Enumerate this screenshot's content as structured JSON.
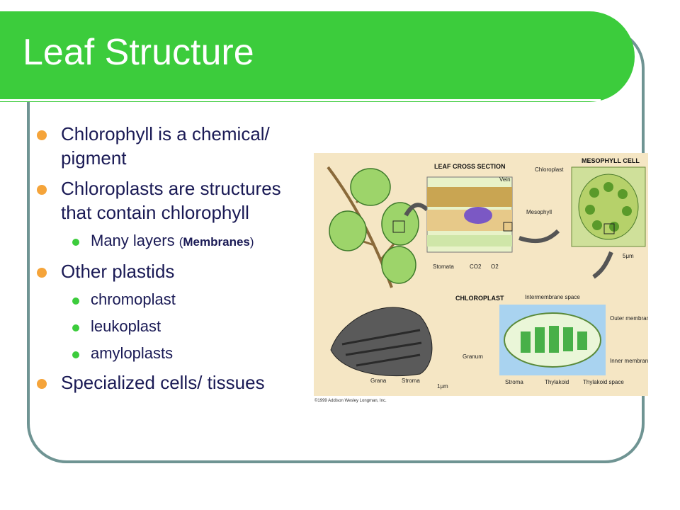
{
  "title": "Leaf Structure",
  "bullets": {
    "b1": "Chlorophyll is a chemical/ pigment",
    "b2": "Chloroplasts are structures that contain chlorophyll",
    "b2_sub": {
      "main": "Many layers",
      "paren_open": "(",
      "paren_bold": "Membranes",
      "paren_close": ")"
    },
    "b3": "Other plastids",
    "b3_subs": [
      "chromoplast",
      "leukoplast",
      "amyloplasts"
    ],
    "b4": "Specialized cells/ tissues"
  },
  "figure": {
    "leaf_cross_section": "LEAF CROSS SECTION",
    "vein": "Vein",
    "mesophyll": "Mesophyll",
    "stomata": "Stomata",
    "co2": "CO2",
    "o2": "O2",
    "mesophyll_cell": "MESOPHYLL CELL",
    "chloroplast_label": "Chloroplast",
    "scale_5": "5μm",
    "chloroplast_title": "CHLOROPLAST",
    "intermembrane": "Intermembrane space",
    "outer_membrane": "Outer membrane",
    "granum": "Granum",
    "inner_membrane": "Inner membrane",
    "stroma": "Stroma",
    "thylakoid": "Thylakoid",
    "thylakoid_space": "Thylakoid space",
    "grana": "Grana",
    "scale_1": "1μm",
    "credit": "©1999 Addison Wesley Longman, Inc."
  },
  "colors": {
    "title_bar": "#3ccc3c",
    "bullet_l1": "#f5a43a",
    "bullet_l2": "#3ccc3c",
    "frame": "#6f9493",
    "text": "#1a1a55"
  }
}
